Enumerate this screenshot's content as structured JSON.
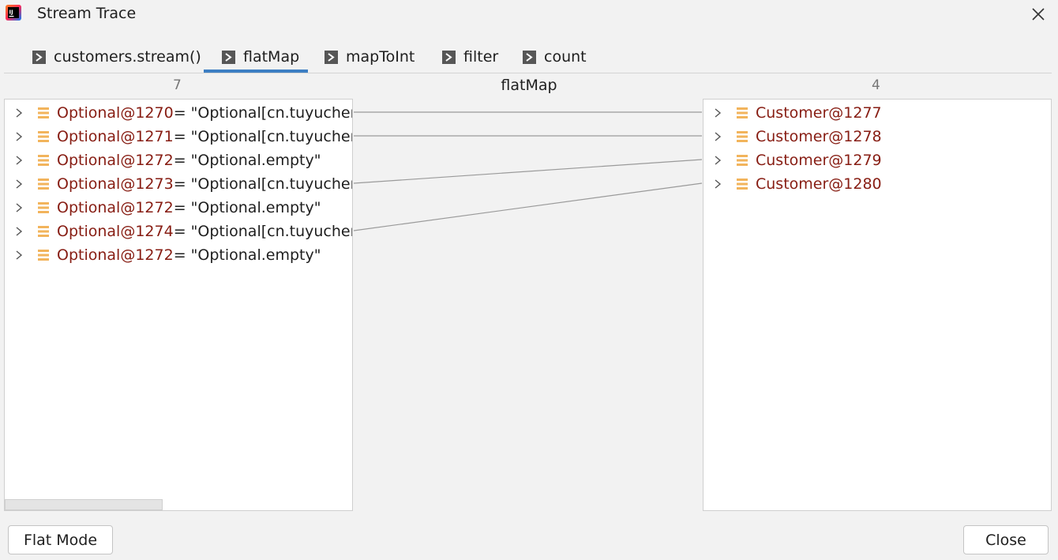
{
  "window": {
    "title": "Stream Trace"
  },
  "tabs": [
    {
      "label": "customers.stream()"
    },
    {
      "label": "flatMap"
    },
    {
      "label": "mapToInt"
    },
    {
      "label": "filter"
    },
    {
      "label": "count"
    }
  ],
  "active_tab": "flatMap",
  "operation_label": "flatMap",
  "left": {
    "count": "7",
    "items": [
      {
        "name": "Optional@1270",
        "value": " = \"Optional[cn.tuyucheng"
      },
      {
        "name": "Optional@1271",
        "value": " = \"Optional[cn.tuyucheng"
      },
      {
        "name": "Optional@1272",
        "value": " = \"Optional.empty\""
      },
      {
        "name": "Optional@1273",
        "value": " = \"Optional[cn.tuyucheng"
      },
      {
        "name": "Optional@1272",
        "value": " = \"Optional.empty\""
      },
      {
        "name": "Optional@1274",
        "value": " = \"Optional[cn.tuyucheng"
      },
      {
        "name": "Optional@1272",
        "value": " = \"Optional.empty\""
      }
    ]
  },
  "right": {
    "count": "4",
    "items": [
      {
        "name": "Customer@1277"
      },
      {
        "name": "Customer@1278"
      },
      {
        "name": "Customer@1279"
      },
      {
        "name": "Customer@1280"
      }
    ]
  },
  "buttons": {
    "flat_mode": "Flat Mode",
    "close": "Close"
  },
  "icons": {
    "app": "intellij-idea-icon",
    "close": "close-icon",
    "tab": "stream-step-icon",
    "expand": "chevron-right-icon",
    "field": "field-icon"
  },
  "colors": {
    "accent": "#3d7fc3",
    "value_name": "#871d13",
    "field_icon": "#f2b45c"
  }
}
